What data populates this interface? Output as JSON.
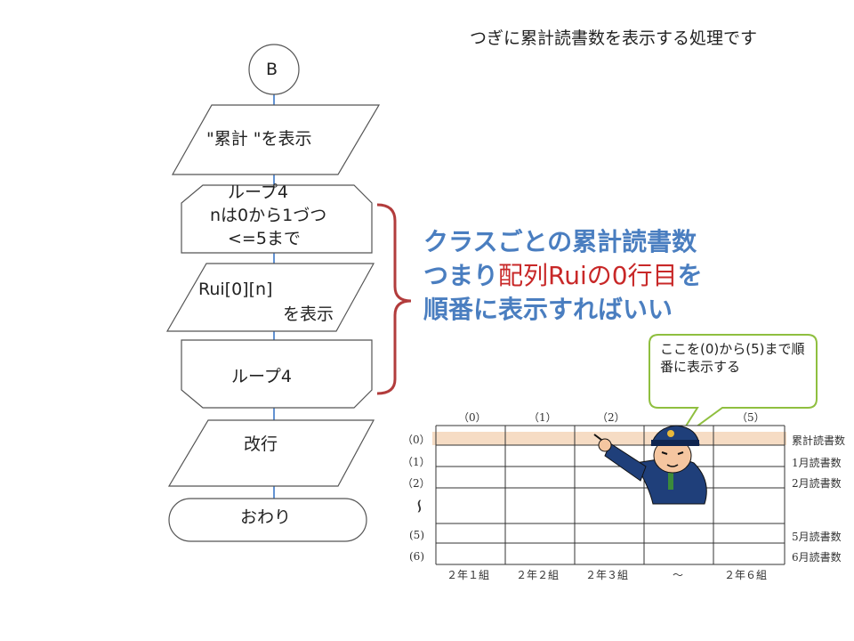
{
  "header": {
    "title": "つぎに累計読書数を表示する処理です"
  },
  "flowchart": {
    "connector": "B",
    "output_total": "\"累計 \"を表示",
    "loop_start": {
      "line1": "ループ4",
      "line2": "nは0から1づつ",
      "line3": "<=5まで"
    },
    "output_rui": {
      "line1": "Rui[0][n]",
      "line2": "を表示"
    },
    "loop_end": "ループ4",
    "newline": "改行",
    "end": "おわり"
  },
  "callout": {
    "line1": "クラスごとの累計読書数",
    "line2_prefix": "つまり",
    "line2_highlight": "配列Ruiの0行目",
    "line2_suffix": "を",
    "line3": "順番に表示すればいい"
  },
  "speech_bubble": {
    "text": "ここを(0)から(5)まで順番に表示する"
  },
  "table": {
    "col_headers": [
      "（0）",
      "（1）",
      "（2）",
      "（5）"
    ],
    "row_headers": [
      "（0）",
      "（1）",
      "（2）",
      "∽",
      "(5)",
      "(6)"
    ],
    "row_labels": [
      "累計読書数",
      "1月読書数",
      "2月読書数",
      "5月読書数",
      "6月読書数"
    ],
    "footer": [
      "２年１組",
      "２年２組",
      "２年３組",
      "～",
      "２年６組"
    ]
  },
  "colors": {
    "accent_blue": "#4a7ec0",
    "highlight_red": "#c82828",
    "bracket": "#b23c3c",
    "bubble_border": "#8fbf3f",
    "row_highlight": "#f6dcc4",
    "connector_line": "#2e6fc4"
  },
  "icons": [
    "police-officer-illustration"
  ]
}
